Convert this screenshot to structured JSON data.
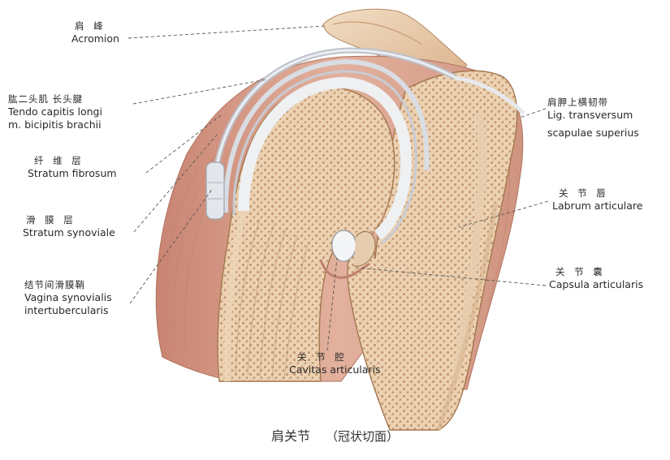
{
  "labels": {
    "acromion": {
      "zh": "肩 峰",
      "en": "Acromion"
    },
    "tendo": {
      "zh": "肱二头肌 长头腱",
      "en1": "Tendo capitis longi",
      "en2": "m. bicipitis brachii"
    },
    "fibrosum": {
      "zh": "纤 维 层",
      "en": "Stratum fibrosum"
    },
    "synoviale": {
      "zh": "滑 膜 层",
      "en": "Stratum synoviale"
    },
    "vagina": {
      "zh": "结节间滑膜鞘",
      "en1": "Vagina synovialis",
      "en2": "intertubercularis"
    },
    "lig": {
      "zh": "肩胛上横韧带",
      "en1": "Lig. transversum",
      "en2": "scapulae superius"
    },
    "labrum": {
      "zh": "关 节 唇",
      "en": "Labrum articulare"
    },
    "capsula": {
      "zh": "关 节 囊",
      "en": "Capsula articularis"
    },
    "cavitas": {
      "zh": "关 节 腔",
      "en": "Cavitas articularis"
    }
  },
  "caption": {
    "main": "肩关节",
    "sub": "（冠状切面）"
  },
  "colors": {
    "bone": "#e8c9a6",
    "bone_spots": "#b9875e",
    "muscle": "#d7a08c",
    "cartilage": "#eef0f2",
    "leader": "#555555"
  }
}
